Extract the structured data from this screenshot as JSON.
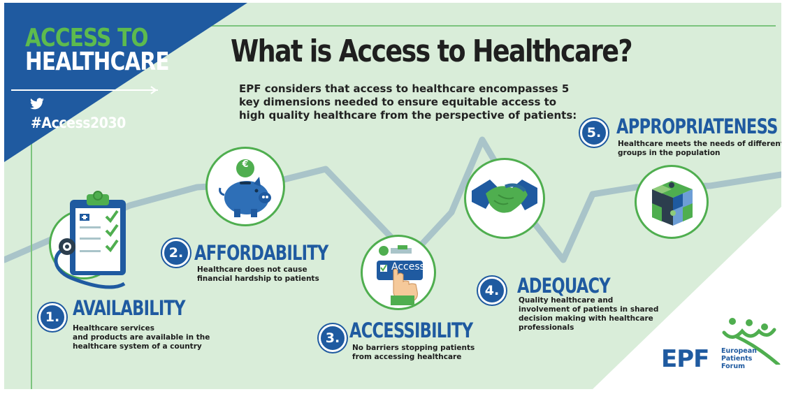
{
  "brand": {
    "line1": "ACCESS TO",
    "line2": "HEALTHCARE",
    "hashtag": "#Access2030"
  },
  "header": {
    "title": "What is Access to Healthcare?",
    "intro_lines": [
      "EPF considers that access to healthcare encompasses 5",
      "key dimensions needed to ensure equitable access to",
      "high quality healthcare from the perspective of patients:"
    ]
  },
  "dimensions": [
    {
      "number": "1.",
      "title": "AVAILABILITY",
      "desc": [
        "Healthcare services",
        "and products are available in the",
        "healthcare system of a country"
      ]
    },
    {
      "number": "2.",
      "title": "AFFORDABILITY",
      "desc": [
        "Healthcare does not cause",
        "financial hardship to patients"
      ]
    },
    {
      "number": "3.",
      "title": "ACCESSIBILITY",
      "desc": [
        "No barriers stopping patients",
        "from accessing healthcare"
      ]
    },
    {
      "number": "4.",
      "title": "ADEQUACY",
      "desc": [
        "Quality healthcare and",
        "involvement of patients in shared",
        "decision making with healthcare",
        "professionals"
      ]
    },
    {
      "number": "5.",
      "title": "APPROPRIATENESS",
      "desc": [
        "Healthcare meets the needs of different",
        "groups in the population"
      ]
    }
  ],
  "icons": {
    "access_button_label": "Access",
    "euro_symbol": "€"
  },
  "logo": {
    "name": "EPF",
    "sub": [
      "European",
      "Patients",
      "Forum"
    ]
  },
  "colors": {
    "navy": "#1f5aa0",
    "green": "#5dbb4e",
    "panel_bg": "#d9edd9",
    "line": "#a9c4c9"
  }
}
